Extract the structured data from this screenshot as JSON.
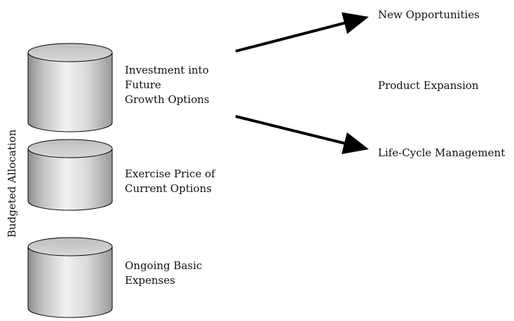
{
  "diagram": {
    "axis_label": "Budgeted Allocation",
    "cylinders": [
      {
        "lines": [
          "Investment into",
          "Future",
          "Growth Options"
        ]
      },
      {
        "lines": [
          "Exercise Price of",
          "Current Options"
        ]
      },
      {
        "lines": [
          "Ongoing Basic",
          "Expenses"
        ]
      }
    ],
    "targets": {
      "top": "New Opportunities",
      "middle": "Product Expansion",
      "bottom": "Life-Cycle Management"
    }
  }
}
